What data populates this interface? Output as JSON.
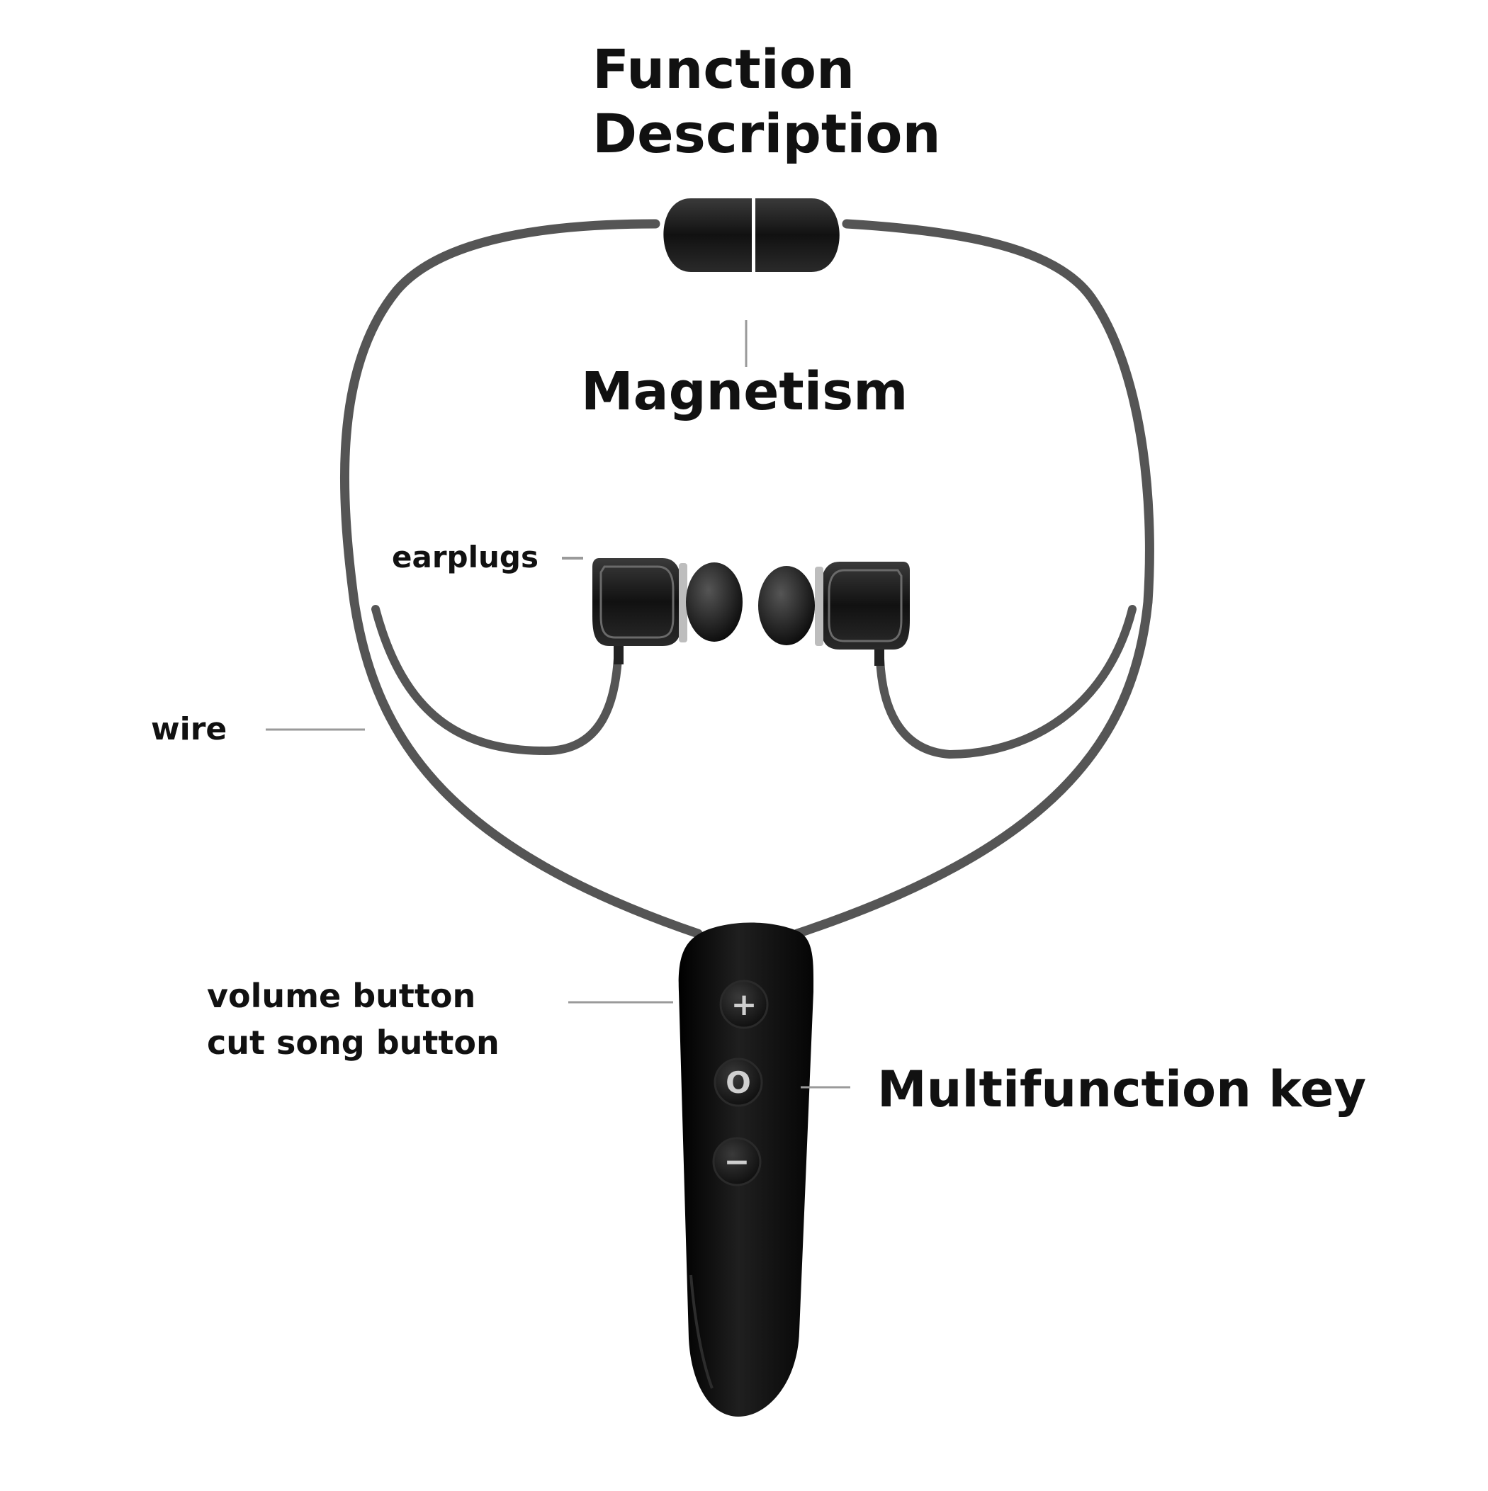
{
  "title": {
    "line1": "Function",
    "line2": "Description"
  },
  "labels": {
    "magnetism": "Magnetism",
    "earplugs": "earplugs",
    "wire": "wire",
    "volume_button": "volume button",
    "cut_song_button": "cut song button",
    "multifunction_key": "Multifunction key"
  },
  "control_buttons": {
    "plus": "+",
    "multifunction": "O",
    "minus": "−"
  },
  "colors": {
    "background": "#ffffff",
    "cable": "#555555",
    "body": "#111111",
    "text": "#111111",
    "leader": "#9a9a9a"
  }
}
